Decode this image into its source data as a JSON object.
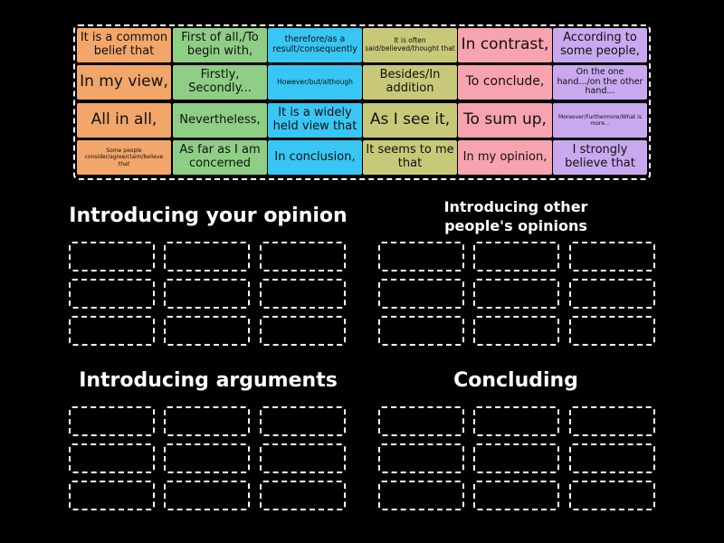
{
  "cards": [
    "It is a common belief that",
    "First of all,/To begin with,",
    "therefore/as a result/consequently",
    "It is often said/believed/thought that",
    "In contrast,",
    "According to some people,",
    "In my view,",
    "Firstly, Secondly...",
    "However/but/although",
    "Besides/In addition",
    "To conclude,",
    "On the one hand.../on the other hand...",
    "All in all,",
    "Nevertheless,",
    "It is a widely held view that",
    "As I see it,",
    "To sum up,",
    "Moreover/Furthermore/What is more...",
    "Some people consider/agree/claim/believe that",
    "As far as I am concerned",
    "In conclusion,",
    "It seems to me that",
    "In my opinion,",
    "I strongly believe that"
  ],
  "groups": {
    "opinion": {
      "title": "Introducing your opinion"
    },
    "others": {
      "title_line1": "Introducing other",
      "title_line2": "people's opinions"
    },
    "arguments": {
      "title": "Introducing arguments"
    },
    "concluding": {
      "title": "Concluding"
    }
  }
}
